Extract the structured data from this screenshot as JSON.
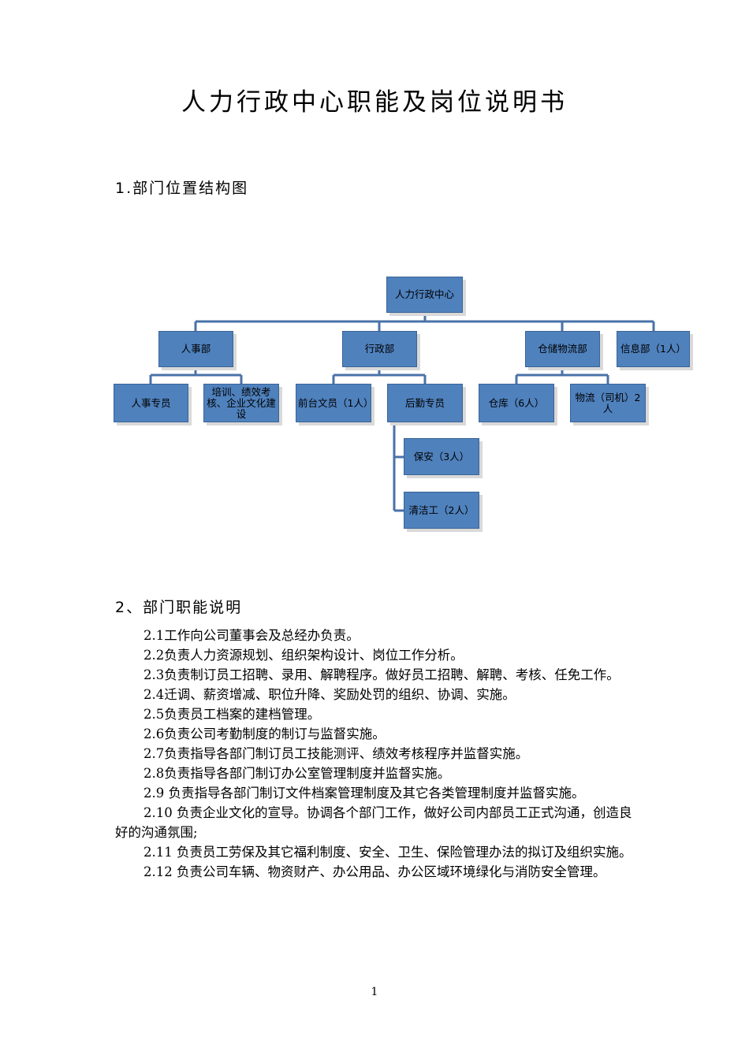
{
  "doc": {
    "title": "人力行政中心职能及岗位说明书",
    "section1": "1.部门位置结构图",
    "section2": "2、部门职能说明",
    "page_number": "1"
  },
  "org": {
    "root": "人力行政中心",
    "hr": "人事部",
    "admin": "行政部",
    "warehouse": "仓储物流部",
    "info": "信息部（1人）",
    "hr_specialist": "人事专员",
    "training": "培训、绩效考核、企业文化建设",
    "reception": "前台文员（1人）",
    "logistics": "后勤专员",
    "storage": "仓库（6人）",
    "driver": "物流（司机）2人",
    "security": "保安（3人）",
    "cleaner": "清洁工（2人）"
  },
  "functions": [
    "2.1工作向公司董事会及总经办负责。",
    "2.2负责人力资源规划、组织架构设计、岗位工作分析。",
    "2.3负责制订员工招聘、录用、解聘程序。做好员工招聘、解聘、考核、任免工作。",
    "2.4迁调、薪资增减、职位升降、奖励处罚的组织、协调、实施。",
    "2.5负责员工档案的建档管理。",
    "2.6负责公司考勤制度的制订与监督实施。",
    "2.7负责指导各部门制订员工技能测评、绩效考核程序并监督实施。",
    "2.8负责指导各部门制订办公室管理制度并监督实施。",
    "2.9 负责指导各部门制订文件档案管理制度及其它各类管理制度并监督实施。",
    "2.10 负责企业文化的宣导。协调各个部门工作，做好公司内部员工正式沟通，创造良好的沟通氛围;",
    "2.11 负责员工劳保及其它福利制度、安全、卫生、保险管理办法的拟订及组织实施。",
    "2.12 负责公司车辆、物资财产、办公用品、办公区域环境绿化与消防安全管理。"
  ]
}
